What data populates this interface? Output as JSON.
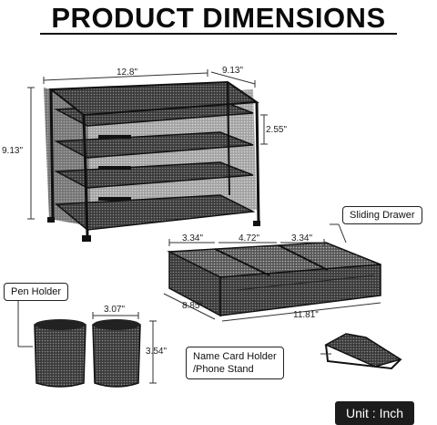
{
  "title": "PRODUCT DIMENSIONS",
  "organizer": {
    "width": "12.8\"",
    "depth": "9.13\"",
    "height": "9.13\"",
    "shelf_gap": "2.55\""
  },
  "drawer": {
    "label": "Sliding Drawer",
    "compartment_1": "3.34\"",
    "compartment_2": "4.72\"",
    "compartment_3": "3.34\"",
    "depth": "8.85\"",
    "length": "11.81\""
  },
  "pen_holder": {
    "label": "Pen Holder",
    "width": "3.07\"",
    "height": "3.54\""
  },
  "card_holder": {
    "label_line1": "Name Card Holder",
    "label_line2": "/Phone Stand"
  },
  "unit": "Unit : Inch",
  "colors": {
    "metal": "#1a1a1a",
    "mesh": "#3a3a3a",
    "badge": "#1c1c1c"
  }
}
